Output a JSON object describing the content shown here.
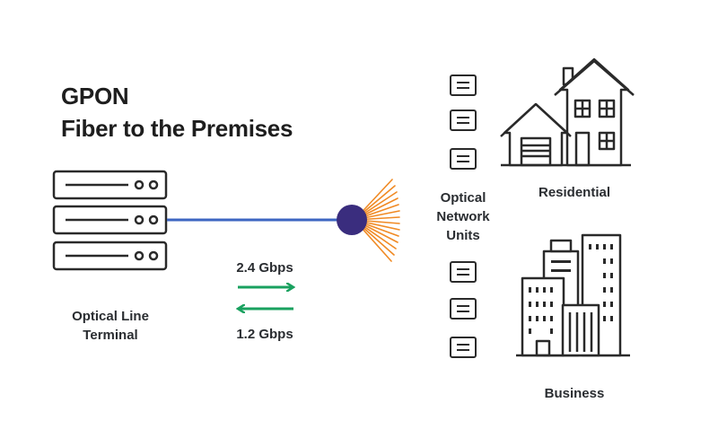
{
  "title": {
    "line1": "GPON",
    "line2": "Fiber to the Premises"
  },
  "labels": {
    "olt": [
      "Optical Line",
      "Terminal"
    ],
    "downstream": "2.4 Gbps",
    "upstream": "1.2 Gbps",
    "onu": [
      "Optical",
      "Network",
      "Units"
    ],
    "residential": "Residential",
    "business": "Business"
  },
  "colors": {
    "fiber": "#3d66c2",
    "splitter": "#3a2d7e",
    "rays": "#f08a24",
    "arrows": "#19a15f",
    "stroke": "#2a2a2a"
  },
  "icons": {
    "olt": "server-rack-icon",
    "splitter": "optical-splitter-icon",
    "onu": "onu-device-icon",
    "residential": "houses-icon",
    "business": "office-buildings-icon"
  }
}
